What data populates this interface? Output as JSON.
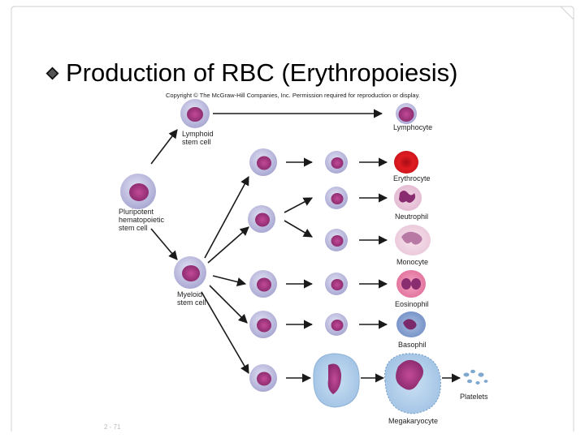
{
  "slide": {
    "title": "Production of RBC (Erythropoiesis)",
    "bullet_icon": "diamond-bullet-icon",
    "page_number": "2 - 71"
  },
  "figure": {
    "copyright": "Copyright © The McGraw-Hill Companies, Inc. Permission required for reproduction or display.",
    "labels": {
      "lymphoid": "Lymphoid stem cell",
      "lymphoid_l1": "Lymphoid",
      "lymphoid_l2": "stem cell",
      "pluripotent_l1": "Pluripotent",
      "pluripotent_l2": "hematopoietic",
      "pluripotent_l3": "stem cell",
      "myeloid_l1": "Myeloid",
      "myeloid_l2": "stem cell",
      "lymphocyte": "Lymphocyte",
      "erythrocyte": "Erythrocyte",
      "neutrophil": "Neutrophil",
      "monocyte": "Monocyte",
      "eosinophil": "Eosinophil",
      "basophil": "Basophil",
      "platelets": "Platelets",
      "megakaryocyte": "Megakaryocyte"
    },
    "colors": {
      "cell_body": "#c9c8e6",
      "nucleus": "#a2347e",
      "erythrocyte": "#d8141c",
      "arrow": "#1a1a1a",
      "megakaryocyte": "#a8c8e8",
      "platelet": "#7fa8cf"
    }
  }
}
